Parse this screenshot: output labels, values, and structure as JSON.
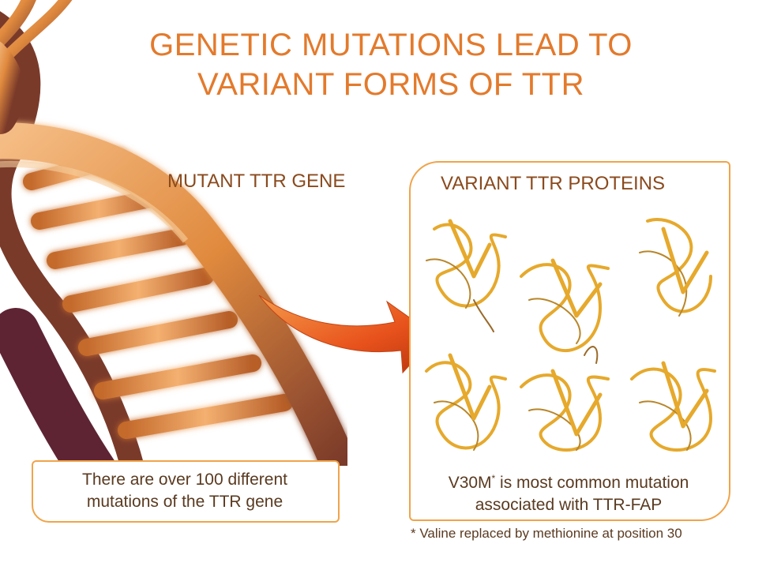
{
  "title_line1": "GENETIC MUTATIONS LEAD TO",
  "title_line2": "VARIANT FORMS OF TTR",
  "gene_label": "MUTANT TTR GENE",
  "proteins_label": "VARIANT TTR PROTEINS",
  "gene_callout_line1": "There are over 100 different",
  "gene_callout_line2": "mutations of the TTR gene",
  "protein_callout": {
    "mutation": "V30M",
    "marker": "*",
    "line1_rest": " is most common mutation",
    "line2": "associated with TTR-FAP"
  },
  "footnote": "* Valine replaced by methionine at position 30",
  "colors": {
    "title": "#e37a2c",
    "dna_light": "#f1a564",
    "dna_dark": "#6b2c3e",
    "arrow": "#e8521c",
    "protein_ribbon": "#e6a92c",
    "panel_border": "#f0a44a"
  }
}
